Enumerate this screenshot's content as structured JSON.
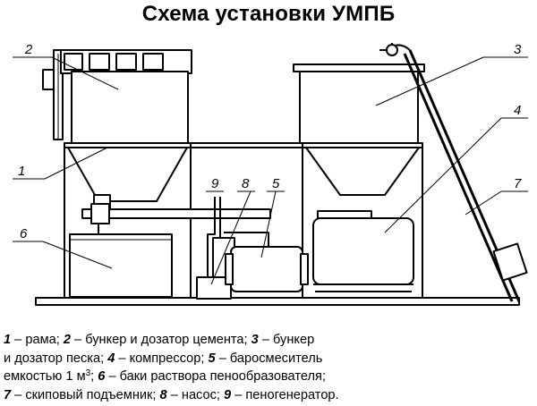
{
  "title": "Схема установки УМПБ",
  "part_labels": {
    "1": "1",
    "2": "2",
    "3": "3",
    "4": "4",
    "5": "5",
    "6": "6",
    "7": "7",
    "8": "8",
    "9": "9"
  },
  "legend": {
    "line1": [
      {
        "num": "1",
        "text": " – рама; "
      },
      {
        "num": "2",
        "text": " – бункер и дозатор цемента; "
      },
      {
        "num": "3",
        "text": " – бункер"
      }
    ],
    "line2": [
      {
        "text": "и дозатор песка; "
      },
      {
        "num": "4",
        "text": " – компрессор; "
      },
      {
        "num": "5",
        "text": " – баросмеситель"
      }
    ],
    "line3": [
      {
        "text": "емкостью 1 м"
      },
      {
        "sup": "3"
      },
      {
        "text": "; "
      },
      {
        "num": "6",
        "text": " – баки раствора пенообразователя;"
      }
    ],
    "line4": [
      {
        "num": "7",
        "text": " – скиповый подъемник; "
      },
      {
        "num": "8",
        "text": " – насос; "
      },
      {
        "num": "9",
        "text": " – пеногенератор."
      }
    ]
  },
  "colors": {
    "line": "#000000",
    "background": "#ffffff"
  }
}
